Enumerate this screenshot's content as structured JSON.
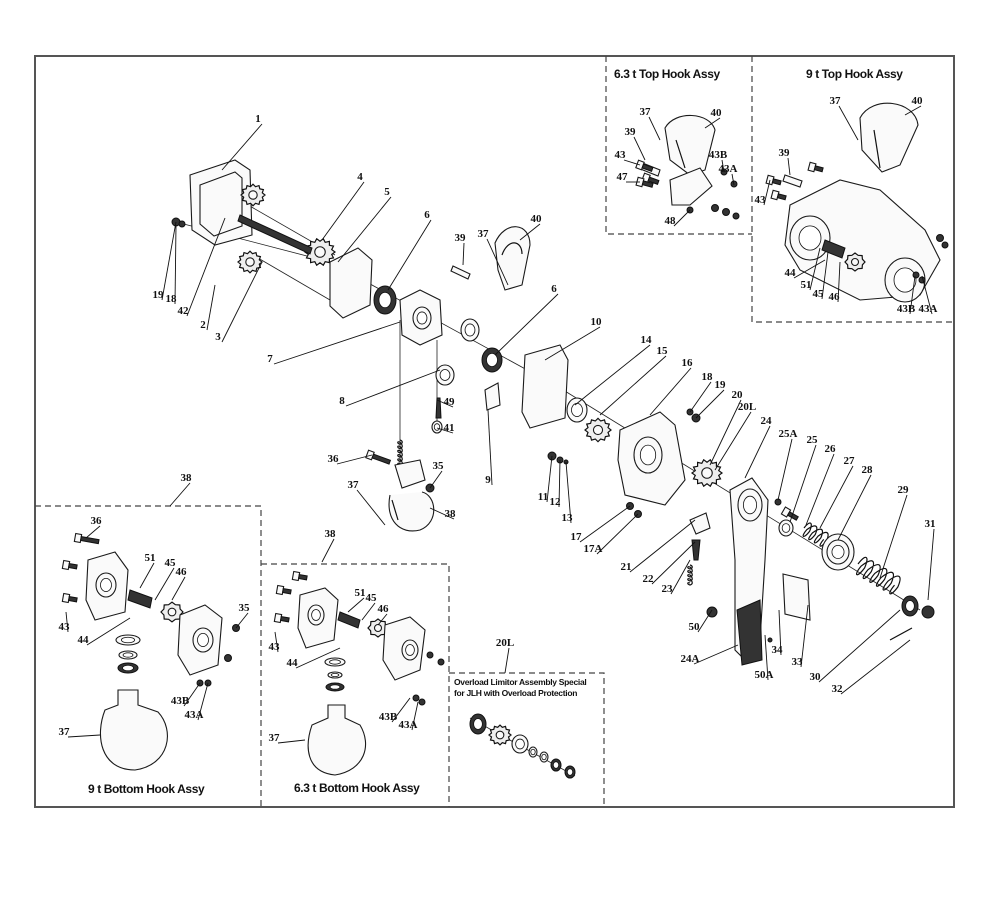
{
  "frame": {
    "stroke": "#555555"
  },
  "sections": {
    "top_63": {
      "title": "6.3 t Top Hook Assy"
    },
    "top_9": {
      "title": "9 t Top Hook Assy"
    },
    "bottom_9": {
      "title": "9 t  Bottom Hook Assy"
    },
    "bottom_63": {
      "title": "6.3 t Bottom Hook Assy"
    },
    "overload": {
      "title_line1": "Overload Limitor Assembly Special",
      "title_line2": "for JLH with Overload Protection"
    }
  },
  "labels": {
    "main": [
      {
        "id": "1",
        "text": "1"
      },
      {
        "id": "2",
        "text": "2"
      },
      {
        "id": "3",
        "text": "3"
      },
      {
        "id": "4",
        "text": "4"
      },
      {
        "id": "5",
        "text": "5"
      },
      {
        "id": "6a",
        "text": "6"
      },
      {
        "id": "6b",
        "text": "6"
      },
      {
        "id": "7",
        "text": "7"
      },
      {
        "id": "8",
        "text": "8"
      },
      {
        "id": "9",
        "text": "9"
      },
      {
        "id": "10",
        "text": "10"
      },
      {
        "id": "11",
        "text": "11"
      },
      {
        "id": "12",
        "text": "12"
      },
      {
        "id": "13",
        "text": "13"
      },
      {
        "id": "14",
        "text": "14"
      },
      {
        "id": "15",
        "text": "15"
      },
      {
        "id": "16",
        "text": "16"
      },
      {
        "id": "17",
        "text": "17"
      },
      {
        "id": "17A",
        "text": "17A"
      },
      {
        "id": "18a",
        "text": "18"
      },
      {
        "id": "19a",
        "text": "19"
      },
      {
        "id": "18b",
        "text": "18"
      },
      {
        "id": "19b",
        "text": "19"
      },
      {
        "id": "20",
        "text": "20"
      },
      {
        "id": "20L",
        "text": "20L"
      },
      {
        "id": "21",
        "text": "21"
      },
      {
        "id": "22",
        "text": "22"
      },
      {
        "id": "23",
        "text": "23"
      },
      {
        "id": "24",
        "text": "24"
      },
      {
        "id": "24A",
        "text": "24A"
      },
      {
        "id": "25",
        "text": "25"
      },
      {
        "id": "25A",
        "text": "25A"
      },
      {
        "id": "26",
        "text": "26"
      },
      {
        "id": "27",
        "text": "27"
      },
      {
        "id": "28",
        "text": "28"
      },
      {
        "id": "29",
        "text": "29"
      },
      {
        "id": "30",
        "text": "30"
      },
      {
        "id": "31",
        "text": "31"
      },
      {
        "id": "32",
        "text": "32"
      },
      {
        "id": "33",
        "text": "33"
      },
      {
        "id": "34",
        "text": "34"
      },
      {
        "id": "35",
        "text": "35"
      },
      {
        "id": "36",
        "text": "36"
      },
      {
        "id": "37a",
        "text": "37"
      },
      {
        "id": "37b",
        "text": "37"
      },
      {
        "id": "38",
        "text": "38"
      },
      {
        "id": "39",
        "text": "39"
      },
      {
        "id": "40",
        "text": "40"
      },
      {
        "id": "41",
        "text": "41"
      },
      {
        "id": "42",
        "text": "42"
      },
      {
        "id": "49",
        "text": "49"
      },
      {
        "id": "50",
        "text": "50"
      },
      {
        "id": "50A",
        "text": "50A"
      }
    ],
    "top_63": [
      {
        "id": "37",
        "text": "37"
      },
      {
        "id": "40",
        "text": "40"
      },
      {
        "id": "39",
        "text": "39"
      },
      {
        "id": "43",
        "text": "43"
      },
      {
        "id": "43B",
        "text": "43B"
      },
      {
        "id": "43A",
        "text": "43A"
      },
      {
        "id": "47",
        "text": "47"
      },
      {
        "id": "48",
        "text": "48"
      }
    ],
    "top_9": [
      {
        "id": "37",
        "text": "37"
      },
      {
        "id": "40",
        "text": "40"
      },
      {
        "id": "39",
        "text": "39"
      },
      {
        "id": "43",
        "text": "43"
      },
      {
        "id": "44",
        "text": "44"
      },
      {
        "id": "51",
        "text": "51"
      },
      {
        "id": "45",
        "text": "45"
      },
      {
        "id": "46",
        "text": "46"
      },
      {
        "id": "43B",
        "text": "43B"
      },
      {
        "id": "43A",
        "text": "43A"
      }
    ],
    "bottom_9": [
      {
        "id": "38",
        "text": "38"
      },
      {
        "id": "36",
        "text": "36"
      },
      {
        "id": "51",
        "text": "51"
      },
      {
        "id": "45",
        "text": "45"
      },
      {
        "id": "46",
        "text": "46"
      },
      {
        "id": "35",
        "text": "35"
      },
      {
        "id": "43",
        "text": "43"
      },
      {
        "id": "44",
        "text": "44"
      },
      {
        "id": "43B",
        "text": "43B"
      },
      {
        "id": "43A",
        "text": "43A"
      },
      {
        "id": "37",
        "text": "37"
      }
    ],
    "bottom_63": [
      {
        "id": "38",
        "text": "38"
      },
      {
        "id": "51",
        "text": "51"
      },
      {
        "id": "45",
        "text": "45"
      },
      {
        "id": "46",
        "text": "46"
      },
      {
        "id": "43",
        "text": "43"
      },
      {
        "id": "44",
        "text": "44"
      },
      {
        "id": "43B",
        "text": "43B"
      },
      {
        "id": "43A",
        "text": "43A"
      },
      {
        "id": "37",
        "text": "37"
      }
    ],
    "overload": [
      {
        "id": "20L",
        "text": "20L"
      }
    ]
  }
}
